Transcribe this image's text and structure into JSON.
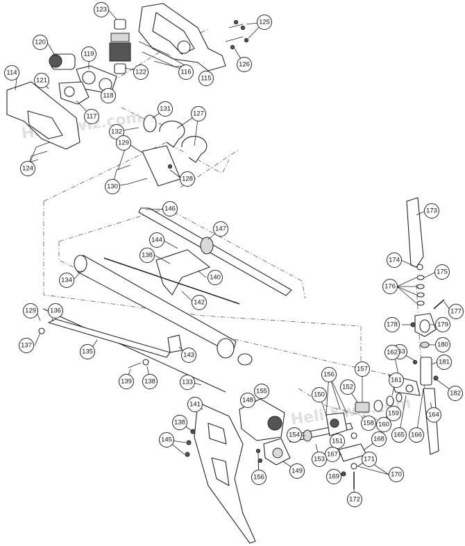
{
  "diagram": {
    "kind": "exploded-parts-view",
    "watermark": "Heli-Kwiz.com",
    "callouts": [
      {
        "id": "p123",
        "num": "123"
      },
      {
        "id": "p120",
        "num": "120"
      },
      {
        "id": "p119",
        "num": "119"
      },
      {
        "id": "p122",
        "num": "122"
      },
      {
        "id": "p116",
        "num": "116"
      },
      {
        "id": "p115",
        "num": "115"
      },
      {
        "id": "p125",
        "num": "125"
      },
      {
        "id": "p126",
        "num": "126"
      },
      {
        "id": "p114",
        "num": "114"
      },
      {
        "id": "p121",
        "num": "121"
      },
      {
        "id": "p118",
        "num": "118"
      },
      {
        "id": "p117",
        "num": "117"
      },
      {
        "id": "p131",
        "num": "131"
      },
      {
        "id": "p127",
        "num": "127"
      },
      {
        "id": "p132",
        "num": "132"
      },
      {
        "id": "p129a",
        "num": "129"
      },
      {
        "id": "p124",
        "num": "124"
      },
      {
        "id": "p130",
        "num": "130"
      },
      {
        "id": "p128",
        "num": "128"
      },
      {
        "id": "p146",
        "num": "146"
      },
      {
        "id": "p147",
        "num": "147"
      },
      {
        "id": "p173",
        "num": "173"
      },
      {
        "id": "p144",
        "num": "144"
      },
      {
        "id": "p138a",
        "num": "138"
      },
      {
        "id": "p134",
        "num": "134"
      },
      {
        "id": "p140",
        "num": "140"
      },
      {
        "id": "p142",
        "num": "142"
      },
      {
        "id": "p174",
        "num": "174"
      },
      {
        "id": "p175",
        "num": "175"
      },
      {
        "id": "p176",
        "num": "176"
      },
      {
        "id": "p177",
        "num": "177"
      },
      {
        "id": "p129b",
        "num": "129"
      },
      {
        "id": "p136",
        "num": "136"
      },
      {
        "id": "p178",
        "num": "178"
      },
      {
        "id": "p179",
        "num": "179"
      },
      {
        "id": "p137",
        "num": "137"
      },
      {
        "id": "p180",
        "num": "180"
      },
      {
        "id": "p135",
        "num": "135"
      },
      {
        "id": "p143",
        "num": "143"
      },
      {
        "id": "p163",
        "num": "163"
      },
      {
        "id": "p162",
        "num": "162"
      },
      {
        "id": "p181",
        "num": "181"
      },
      {
        "id": "p139",
        "num": "139"
      },
      {
        "id": "p138b",
        "num": "138"
      },
      {
        "id": "p157",
        "num": "157"
      },
      {
        "id": "p156a",
        "num": "156"
      },
      {
        "id": "p133",
        "num": "133"
      },
      {
        "id": "p161",
        "num": "161"
      },
      {
        "id": "p182",
        "num": "182"
      },
      {
        "id": "p152",
        "num": "152"
      },
      {
        "id": "p155",
        "num": "155"
      },
      {
        "id": "p150",
        "num": "150"
      },
      {
        "id": "p159",
        "num": "159"
      },
      {
        "id": "p141",
        "num": "141"
      },
      {
        "id": "p148",
        "num": "148"
      },
      {
        "id": "p160",
        "num": "160"
      },
      {
        "id": "p164",
        "num": "164"
      },
      {
        "id": "p158",
        "num": "158"
      },
      {
        "id": "p165",
        "num": "165"
      },
      {
        "id": "p166",
        "num": "166"
      },
      {
        "id": "p138c",
        "num": "138"
      },
      {
        "id": "p154",
        "num": "154"
      },
      {
        "id": "p151",
        "num": "151"
      },
      {
        "id": "p168",
        "num": "168"
      },
      {
        "id": "p145",
        "num": "145"
      },
      {
        "id": "p167",
        "num": "167"
      },
      {
        "id": "p153",
        "num": "153"
      },
      {
        "id": "p171",
        "num": "171"
      },
      {
        "id": "p149",
        "num": "149"
      },
      {
        "id": "p156b",
        "num": "156"
      },
      {
        "id": "p170",
        "num": "170"
      },
      {
        "id": "p169",
        "num": "169"
      },
      {
        "id": "p172",
        "num": "172"
      }
    ]
  }
}
